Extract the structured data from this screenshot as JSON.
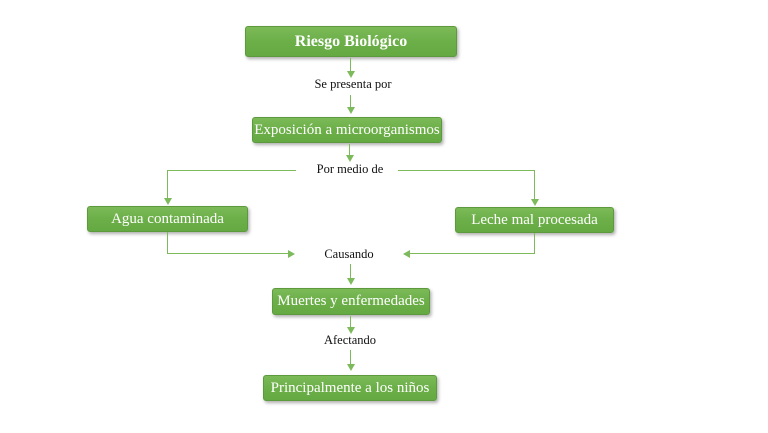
{
  "diagram": {
    "title": "Riesgo Biológico",
    "nodes": [
      {
        "id": "riesgo-biologico",
        "label": "Riesgo Biológico"
      },
      {
        "id": "exposicion-microorganismos",
        "label": "Exposición a microorganismos"
      },
      {
        "id": "agua-contaminada",
        "label": "Agua contaminada"
      },
      {
        "id": "leche-mal-procesada",
        "label": "Leche mal procesada"
      },
      {
        "id": "muertes-enfermedades",
        "label": "Muertes y enfermedades"
      },
      {
        "id": "principalmente-ninos",
        "label": "Principalmente a los niños"
      }
    ],
    "edge_labels": [
      {
        "id": "se-presenta-por",
        "label": "Se presenta por"
      },
      {
        "id": "por-medio-de",
        "label": "Por medio de"
      },
      {
        "id": "causando",
        "label": "Causando"
      },
      {
        "id": "afectando",
        "label": "Afectando"
      }
    ],
    "edges": [
      {
        "from": "riesgo-biologico",
        "to": "exposicion-microorganismos",
        "label": "Se presenta por"
      },
      {
        "from": "exposicion-microorganismos",
        "to": "agua-contaminada",
        "label": "Por medio de"
      },
      {
        "from": "exposicion-microorganismos",
        "to": "leche-mal-procesada",
        "label": "Por medio de"
      },
      {
        "from": "agua-contaminada",
        "to": "muertes-enfermedades",
        "label": "Causando"
      },
      {
        "from": "leche-mal-procesada",
        "to": "muertes-enfermedades",
        "label": "Causando"
      },
      {
        "from": "muertes-enfermedades",
        "to": "principalmente-ninos",
        "label": "Afectando"
      }
    ],
    "colors": {
      "node_fill": "#6db04a",
      "node_fill_light": "#7cba58",
      "node_border": "#5d9a3e",
      "connector": "#7cba5b",
      "node_text": "#ffffff",
      "edge_label_text": "#111111"
    }
  }
}
